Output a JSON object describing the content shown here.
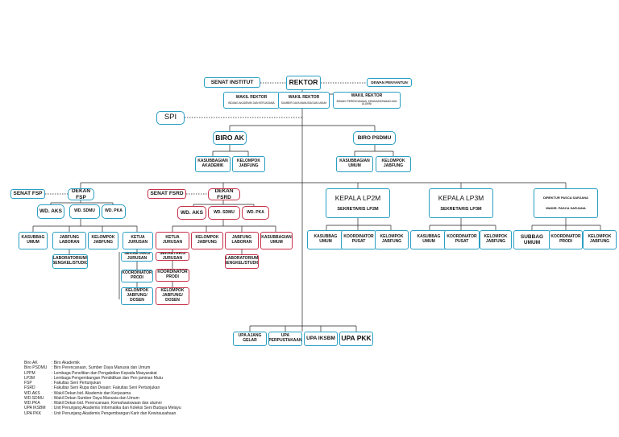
{
  "top": {
    "senat_institut": "SENAT INSTITUT",
    "rektor": "REKTOR",
    "dewan_penyantun": "DEWAN PENYANTUN",
    "wakil_rektor": [
      {
        "title": "WAKIL REKTOR",
        "sub": "BIDANG AKADEMIK DAN KERJASAMA"
      },
      {
        "title": "WAKIL REKTOR",
        "sub": "SUMBER DAYA MANUSIA DAN UMUM"
      },
      {
        "title": "WAKIL REKTOR",
        "sub": "BIDANG PERENCANAAN, KEMAHASISWAAN DAN ALUMNI"
      }
    ],
    "spi": "SPI"
  },
  "biro": {
    "biro_ak": "BIRO AK",
    "biro_psdmu": "BIRO PSDMU",
    "kasubbagian_akademik": "KASUBBAGIAN AKADEMIK",
    "kelompok_jabfung": "KELOMPOK JABFUNG",
    "kasubbagian_umum": "KASUBBAGIAN UMUM"
  },
  "fsp": {
    "senat": "SENAT FSP",
    "dekan": "DEKAN FSP",
    "wd_aks": "WD. AKS",
    "wd_sdmu": "WD. SDMU",
    "wd_pka": "WD. PKA",
    "kasubbag_umum": "KASUBBAG UMUM",
    "jabfung_laboran": "JABFUNG LABORAN",
    "kelompok_jabfung": "KELOMPOK JABFUNG",
    "ketua_jurusan": "KETUA JURUSAN",
    "lab": "LABORATORIUM/ BENGKEL/STUDIO",
    "sekretaris_jurusan": "SEKRETARIS JURUSAN",
    "koordinator_prodi": "KOORDINATOR PRODI",
    "kelompok_jabfung_dosen": "KELOMPOK JABFUNG/ DOSEN"
  },
  "fsrd": {
    "senat": "SENAT FSRD",
    "dekan": "DEKAN FSRD",
    "wd_aks": "WD. AKS",
    "wd_sdmu": "WD. SDMU",
    "wd_pka": "WD. PKA",
    "ketua_jurusan": "KETUA JURUSAN",
    "kelompok_jabfung": "KELOMPOK JABFUNG",
    "jabfung_laboran": "JABFUNG LABORAN",
    "kasubbagian_umum": "KASUBBAGIAN UMUM",
    "sekretaris_jurusan": "SEKRETARIS JURUSAN",
    "lab": "LABORATORIUM BENGKEL/STUDIO",
    "koordinator_prodi": "KOORDINATOR PRODI",
    "kelompok_jabfung_dosen": "KELOMPOK JABFUNG/ DOSEN"
  },
  "lp2m": {
    "kepala": "KEPALA LP2M",
    "sekretaris": "SEKRETARIS LP2M",
    "kasubbag_umum": "KASUBBAG UMUM",
    "koordinator_pusat": "KOORDINATOR PUSAT",
    "kelompok_jabfung": "KELOMPOK JABFUNG"
  },
  "lp3m": {
    "kepala": "KEPALA LP3M",
    "sekretaris": "SEKRETARIS LP3M",
    "kasubbag_umum": "KASUBBAG UMUM",
    "koordinator_pusat": "KOORDINATOR PUSAT",
    "kelompok_jabfung": "KELOMPOK JABFUNG"
  },
  "pasca": {
    "direktur": "DIREKTUR PASCA SARJANA",
    "wadir": "WADIR. PASCA SARJANA",
    "subbag_umum": "SUBBAG UMUM",
    "koordinator_prodi": "KOORDINATOR PRODI",
    "kelompok_jabfung": "KELOMPOK JABFUNG"
  },
  "upa": [
    "UPA AJANG GELAR",
    "UPA PERPUSTAKAAN",
    "UPA IKSBM",
    "UPA PKK"
  ],
  "legend": [
    {
      "abbr": "Biro AK",
      "desc": ": Biro Akademik"
    },
    {
      "abbr": "Biro PSDMU",
      "desc": ": Biro Perencanaan, Sumber Daya Manusia dan Umum"
    },
    {
      "abbr": "LPPM",
      "desc": ": Lembaga Penelitian dan Pengabdian Kepada Masyarakat"
    },
    {
      "abbr": "LP3M",
      "desc": ": Lembaga Pengembangan Pendidikan dan Pen jaminan Mutu"
    },
    {
      "abbr": "FSP",
      "desc": ": Fakultas Seni Pertunjukan"
    },
    {
      "abbr": "FSRD",
      "desc": ": Fakultas Seni Rupa dan Desain: Fakultas Seni Pertunjukan"
    },
    {
      "abbr": "WD.AKS",
      "desc": ": Wakil Dekan bid. Akademis dan Kerjasama"
    },
    {
      "abbr": "WD.SDMU",
      "desc": ": Wakil Dekan Sumber Daya Manusia dan Umum"
    },
    {
      "abbr": "WD.PKA",
      "desc": ": Wakil Dekan bid. Perencanaan, Kemahasiswaan dan alumni"
    },
    {
      "abbr": "UPA IKSBM",
      "desc": ": Unit Penunjang Akademis Informatika dan Koleksi Seni Budaya Melayu"
    },
    {
      "abbr": "UPA PKK",
      "desc": ": Unit Penunjang Akademis Pengembangan Karir dan Kewirausahaan"
    }
  ],
  "colors": {
    "blue_border": "#2a9fc3",
    "red_border": "#c8324b",
    "line": "#222222"
  }
}
